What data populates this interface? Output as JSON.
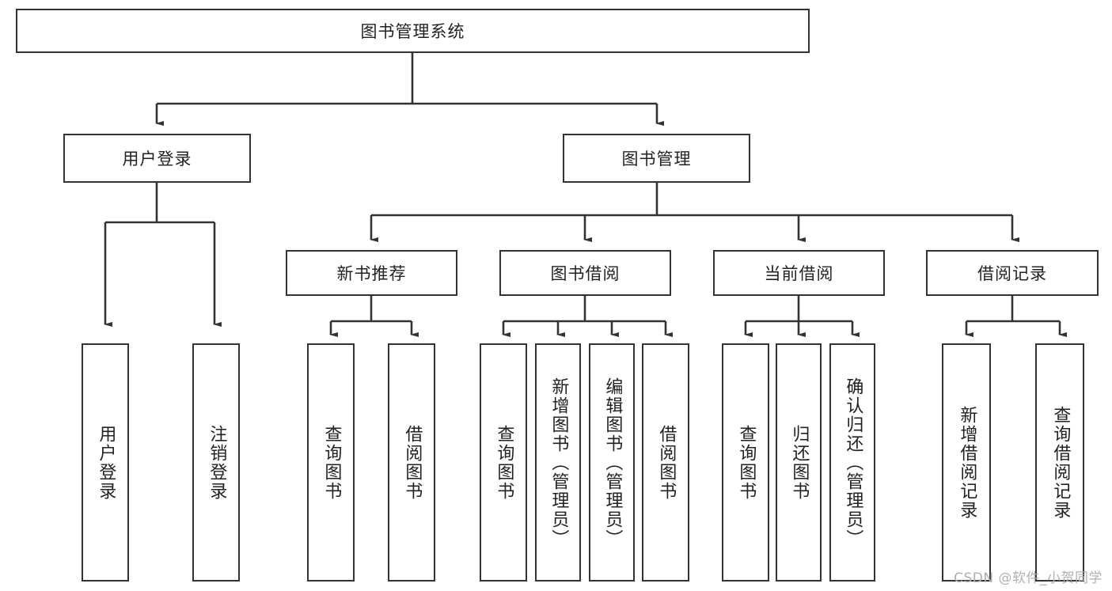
{
  "diagram": {
    "type": "tree-hierarchy",
    "title": "图书管理系统",
    "watermark": "CSDN @软件_小贺同学",
    "colors": {
      "node_border": "#333333",
      "node_fill": "#ffffff",
      "edge": "#333333",
      "text": "#222222",
      "watermark": "#b0b0b0"
    },
    "nodes": {
      "root": {
        "label": "图书管理系统"
      },
      "level2": [
        {
          "id": "user-login",
          "label": "用户登录"
        },
        {
          "id": "book-management",
          "label": "图书管理"
        }
      ],
      "level3": [
        {
          "id": "new-book-recommend",
          "label": "新书推荐"
        },
        {
          "id": "book-borrow",
          "label": "图书借阅"
        },
        {
          "id": "current-borrow",
          "label": "当前借阅"
        },
        {
          "id": "borrow-record",
          "label": "借阅记录"
        }
      ],
      "leaves": {
        "user-login": [
          {
            "id": "user-login-leaf",
            "label": "用户登录"
          },
          {
            "id": "logout-leaf",
            "label": "注销登录"
          }
        ],
        "new-book-recommend": [
          {
            "id": "query-book-1",
            "label": "查询图书"
          },
          {
            "id": "borrow-book-1",
            "label": "借阅图书"
          }
        ],
        "book-borrow": [
          {
            "id": "query-book-2",
            "label": "查询图书"
          },
          {
            "id": "add-book",
            "label": "新增图书（管理员）"
          },
          {
            "id": "edit-book",
            "label": "编辑图书（管理员）"
          },
          {
            "id": "borrow-book-2",
            "label": "借阅图书"
          }
        ],
        "current-borrow": [
          {
            "id": "query-book-3",
            "label": "查询图书"
          },
          {
            "id": "return-book",
            "label": "归还图书"
          },
          {
            "id": "confirm-return",
            "label": "确认归还（管理员）"
          }
        ],
        "borrow-record": [
          {
            "id": "add-borrow-record",
            "label": "新增借阅记录"
          },
          {
            "id": "query-borrow-record",
            "label": "查询借阅记录"
          }
        ]
      }
    }
  }
}
